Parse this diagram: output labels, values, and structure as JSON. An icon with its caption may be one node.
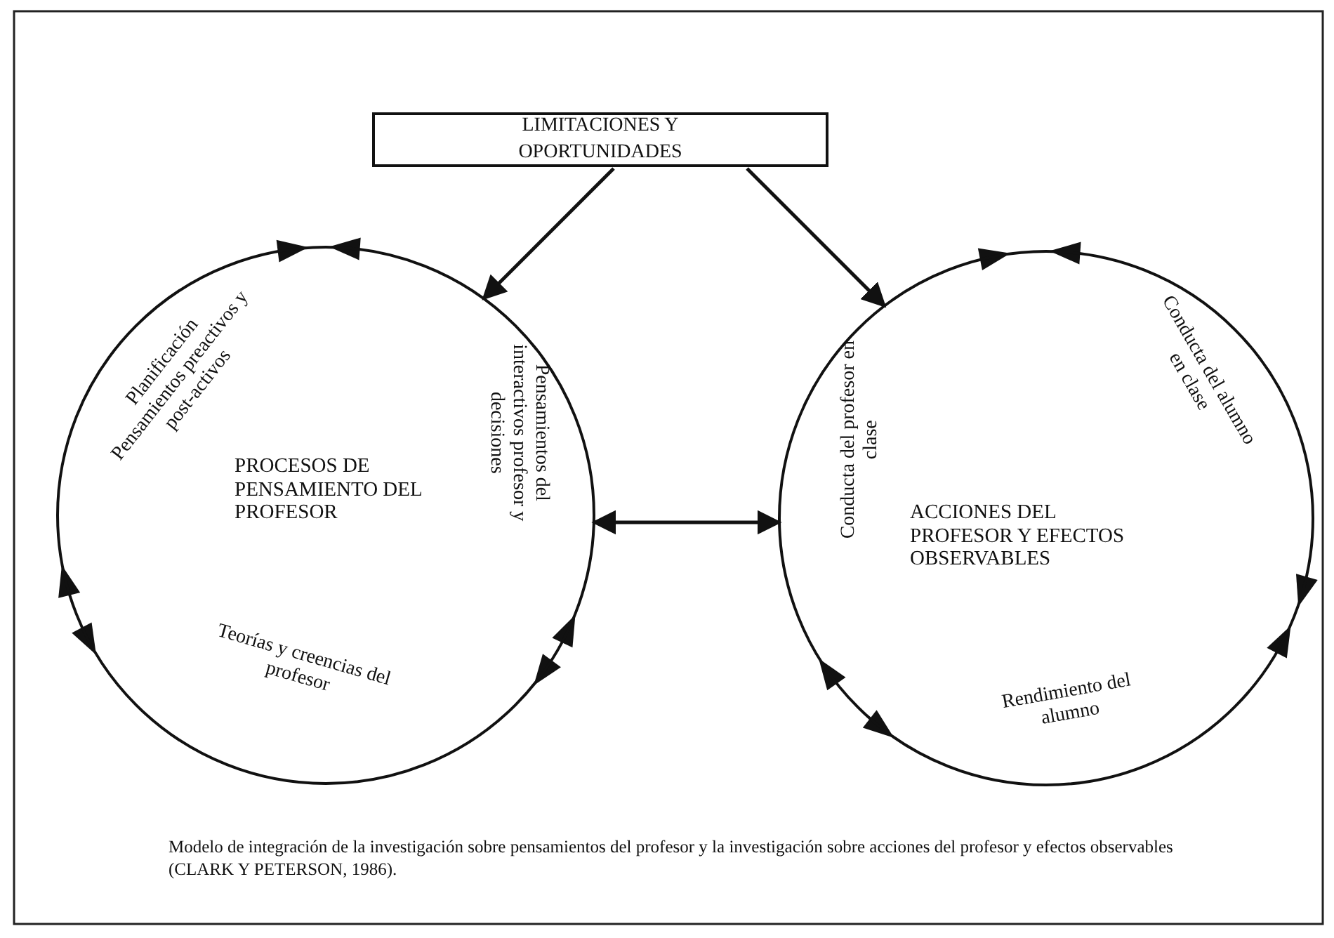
{
  "diagram": {
    "caption": "Modelo de integración de la investigación sobre pensamientos del profesor y la investigación sobre acciones del profesor y efectos observables (CLARK Y PETERSON, 1986).",
    "nodes": [
      {
        "text": [
          "LIMITACIONES Y OPORTUNIDADES"
        ]
      },
      {
        "text": [
          "PROCESOS DE PENSAMIENTO DEL PROFESOR",
          "Planificación Pensamientos preactivos y post-activos",
          "Pensamientos del interactivos profesor y decisiones",
          "Teorías y creencias del profesor"
        ]
      },
      {
        "text": [
          "ACCIONES DEL PROFESOR Y EFECTOS OBSERVABLES",
          "Conducta del profesor en clase",
          "Conducta del alumno en clase",
          "Rendimiento del alumno"
        ]
      }
    ],
    "edges": [
      {
        "from": 0,
        "to": 1,
        "arrow": "to"
      },
      {
        "from": 0,
        "to": 2,
        "arrow": "to"
      },
      {
        "from": 1,
        "to": 2,
        "arrow": "both"
      }
    ]
  }
}
